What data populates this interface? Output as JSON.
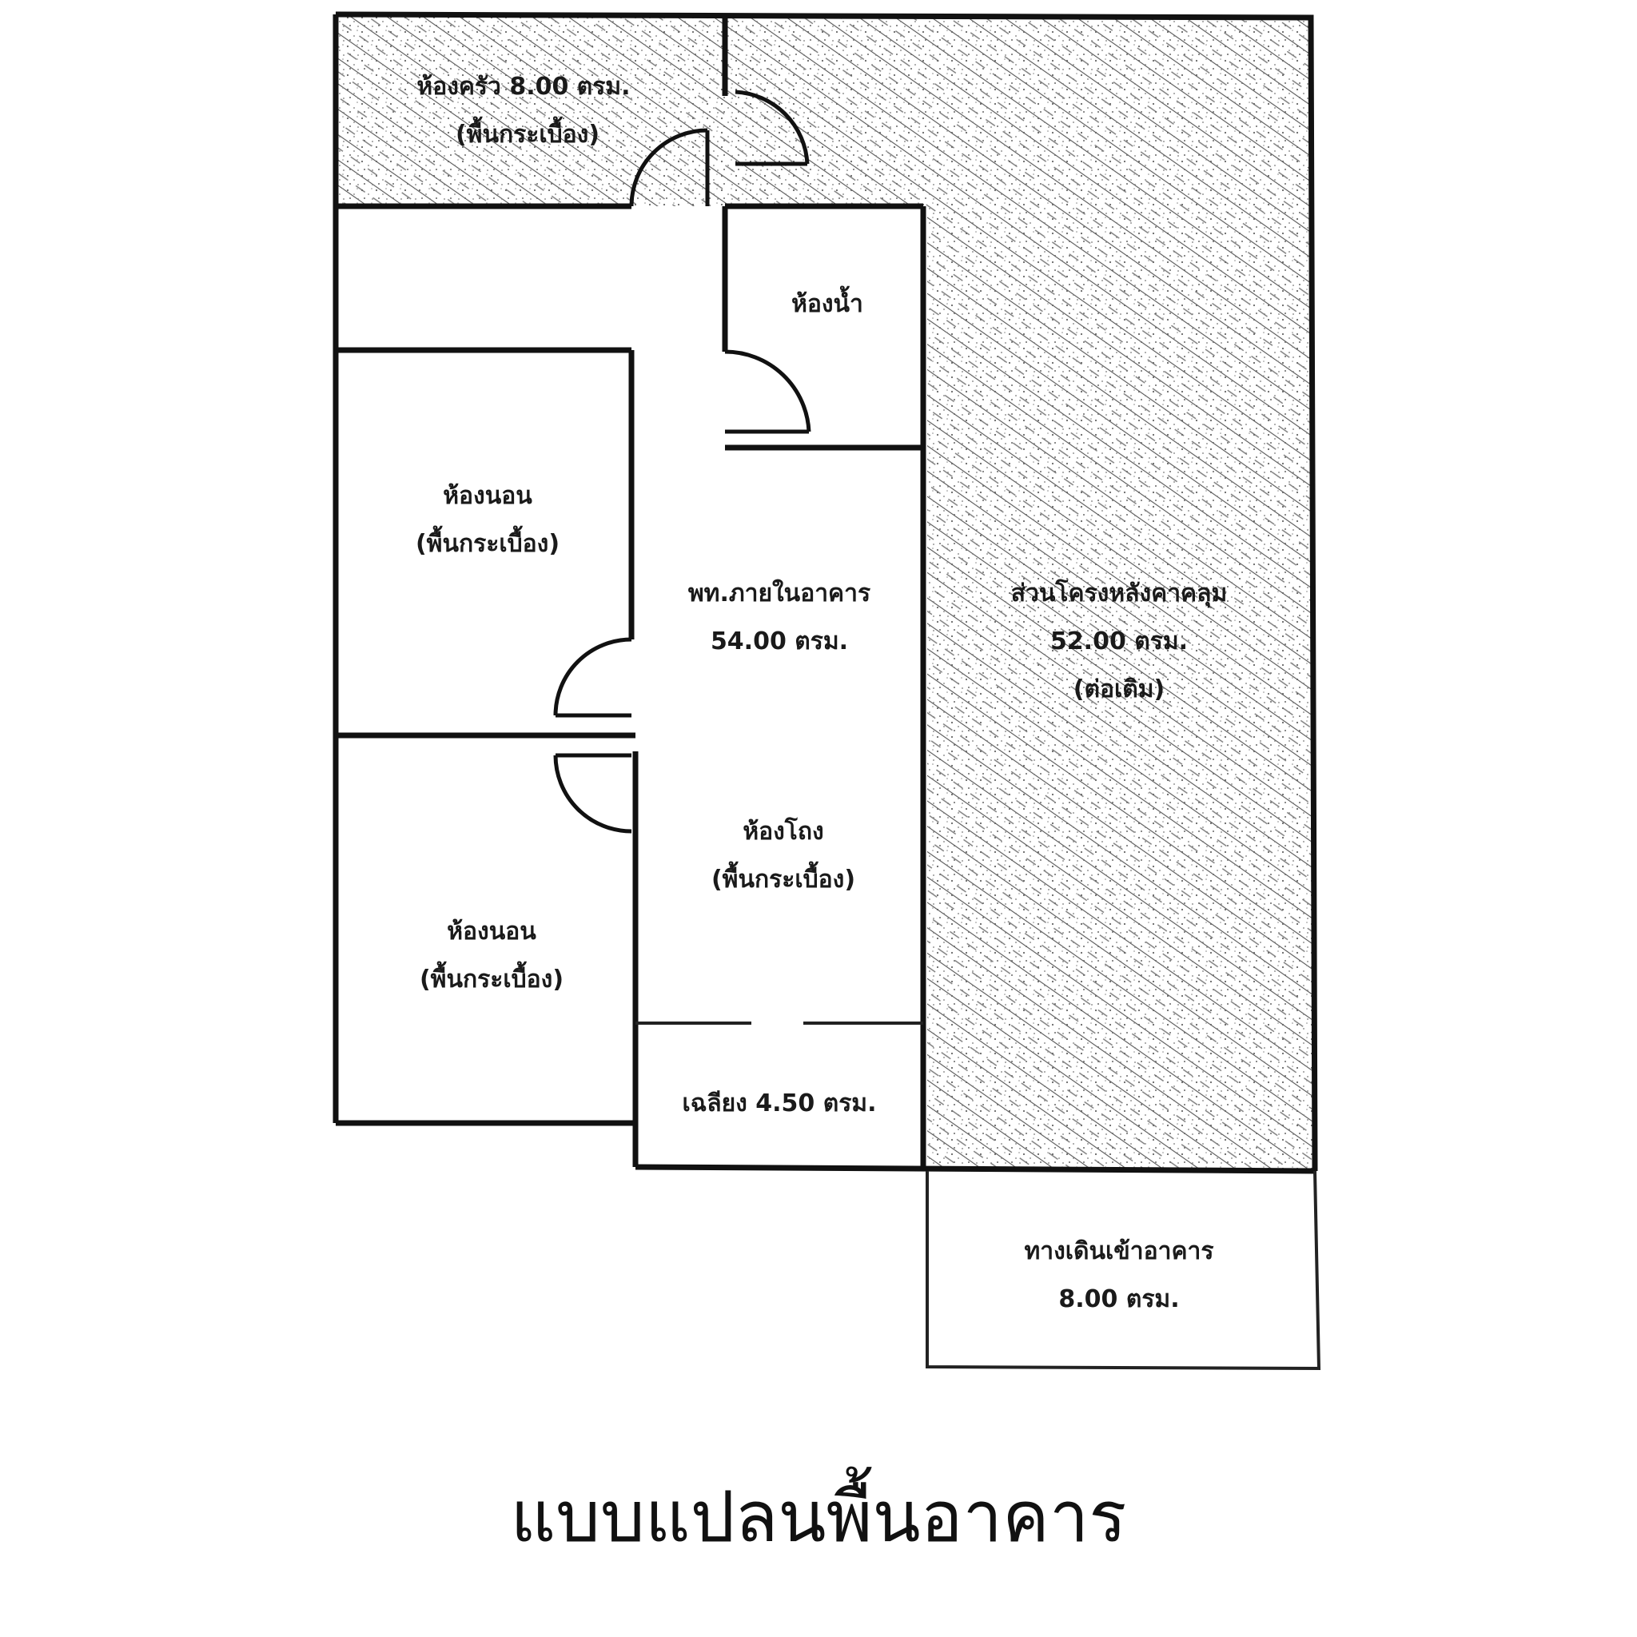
{
  "rooms": {
    "kitchen": {
      "name": "ห้องครัว 8.00 ตรม.",
      "floor": "(พื้นกระเบื้อง)"
    },
    "bathroom": {
      "name": "ห้องน้ำ"
    },
    "bedroom_upper": {
      "name": "ห้องนอน",
      "floor": "(พื้นกระเบื้อง)"
    },
    "interior_area": {
      "name": "พท.ภายในอาคาร",
      "area": "54.00 ตรม."
    },
    "roofed_area": {
      "name": "ส่วนโครงหลังคาคลุม",
      "area": "52.00 ตรม.",
      "note": "(ต่อเติม)"
    },
    "living_room": {
      "name": "ห้องโถง",
      "floor": "(พื้นกระเบื้อง)"
    },
    "bedroom_lower": {
      "name": "ห้องนอน",
      "floor": "(พื้นกระเบื้อง)"
    },
    "porch": {
      "name": "เฉลียง 4.50 ตรม."
    },
    "entrance": {
      "name": "ทางเดินเข้าอาคาร",
      "area": "8.00 ตรม."
    }
  },
  "caption": "แบบแปลนพื้นอาคาร",
  "colors": {
    "line": "#111111",
    "hatch": "#555555",
    "background": "#ffffff"
  }
}
